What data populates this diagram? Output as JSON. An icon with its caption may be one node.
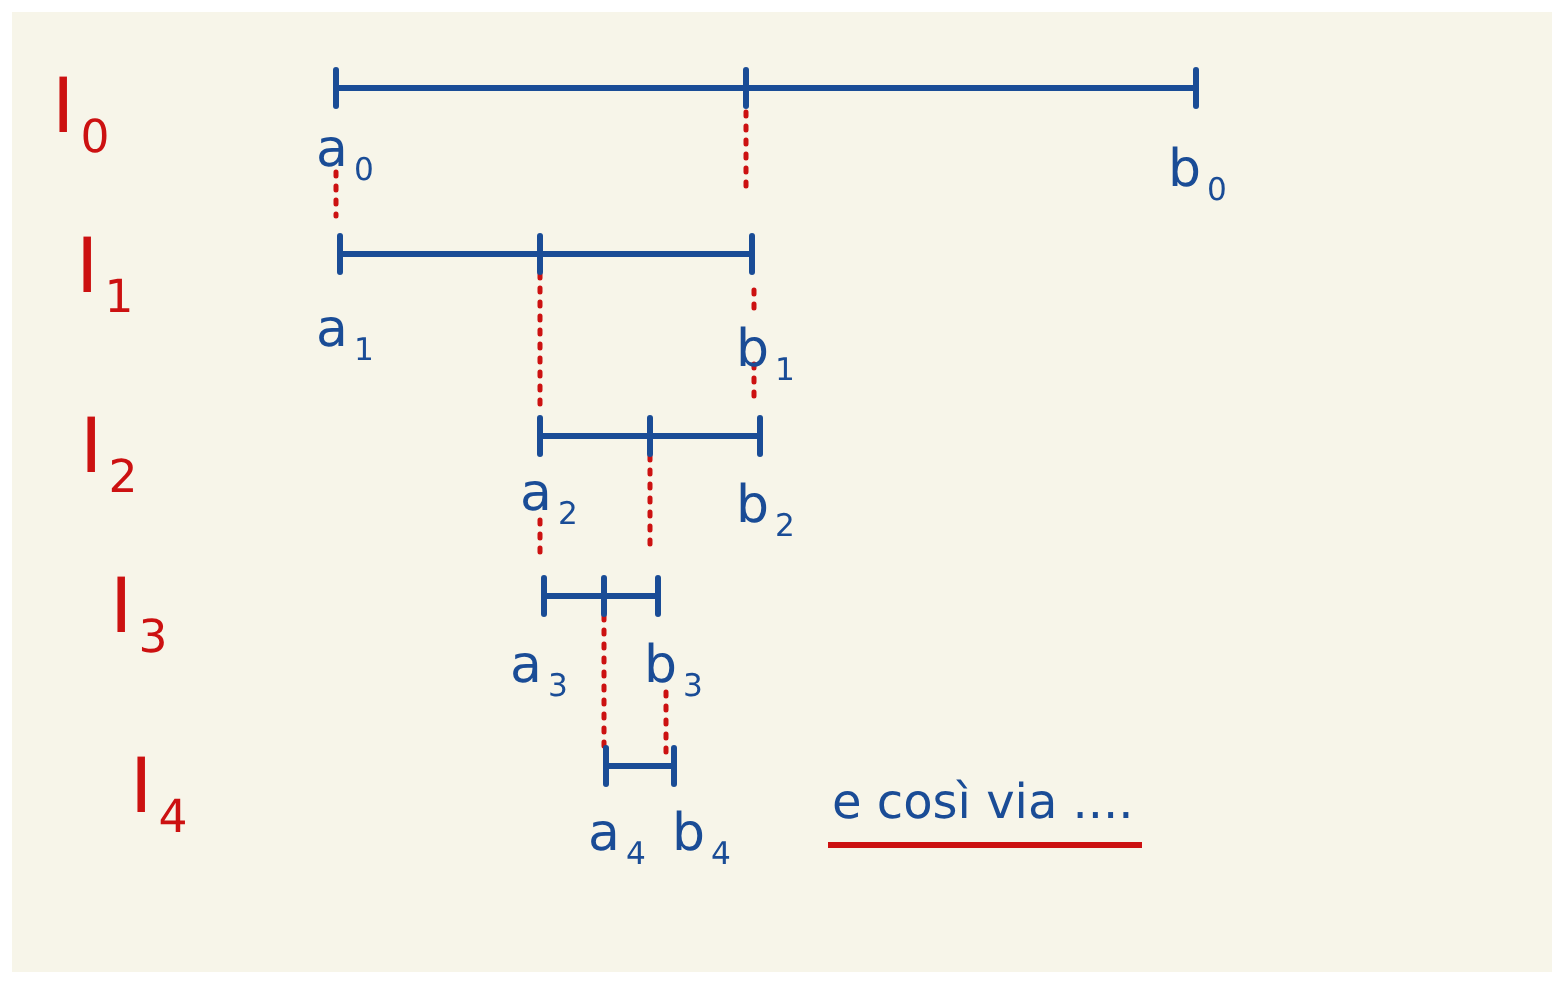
{
  "diagram": {
    "labels": [
      "I$_{0}$",
      "a$_{0}$",
      "b$_{0}$",
      "I$_{1}$",
      "a$_{1}$",
      "b$_{1}$",
      "I$_{2}$",
      "a$_{2}$",
      "b$_{2}$",
      "I$_{3}$",
      "a$_{3}$",
      "b$_{3}$",
      "I$_{4}$",
      "a$_{4}$",
      "b$_{4}$",
      "e così via ...."
    ]
  }
}
